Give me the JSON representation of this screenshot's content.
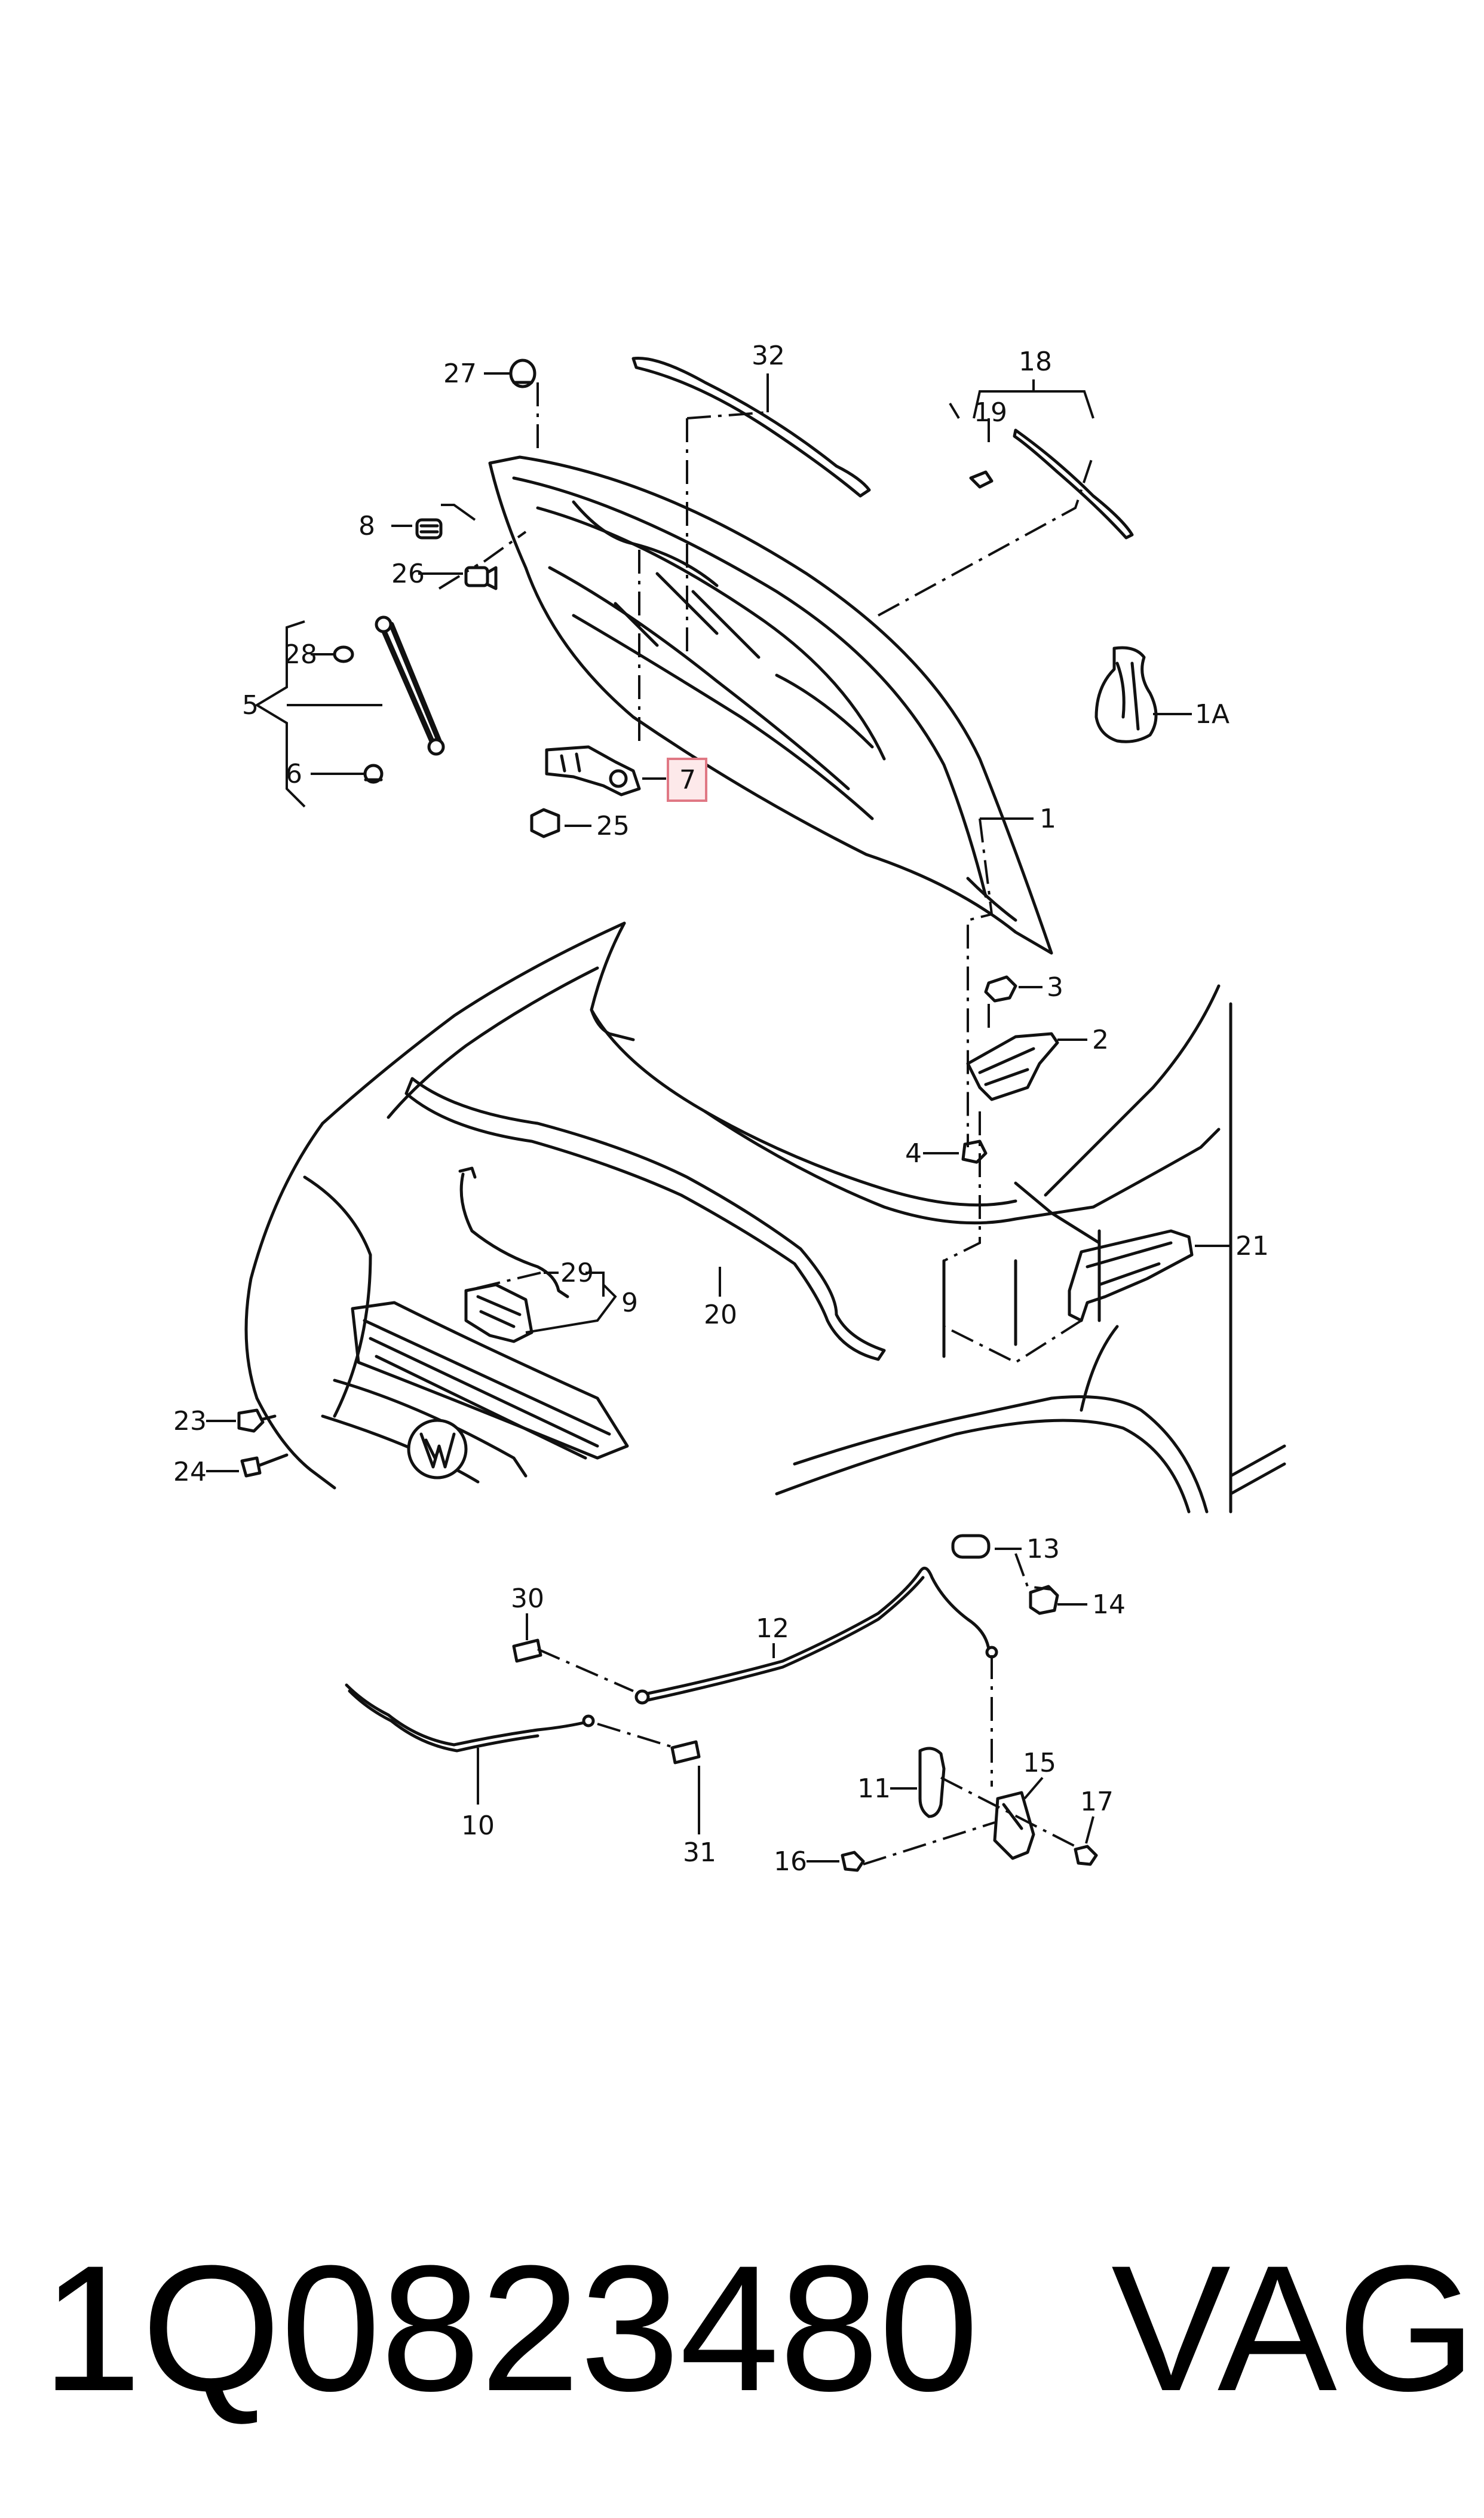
{
  "labels": {
    "l32": "32",
    "l18": "18",
    "l19": "19",
    "l27": "27",
    "l8": "8",
    "l26": "26",
    "l28": "28",
    "l5": "5",
    "l6": "6",
    "l7": "7",
    "l25": "25",
    "l1": "1",
    "l1A": "1A",
    "l3": "3",
    "l2": "2",
    "l4": "4",
    "l21": "21",
    "l20": "20",
    "l29": "29",
    "l9": "9",
    "l23": "23",
    "l24": "24",
    "l13": "13",
    "l14": "14",
    "l30": "30",
    "l12": "12",
    "l10": "10",
    "l31": "31",
    "l11": "11",
    "l15": "15",
    "l17": "17",
    "l16": "16"
  },
  "highlighted_label": "7",
  "footer": {
    "part_number": "1Q0823480",
    "brand": "VAG"
  }
}
